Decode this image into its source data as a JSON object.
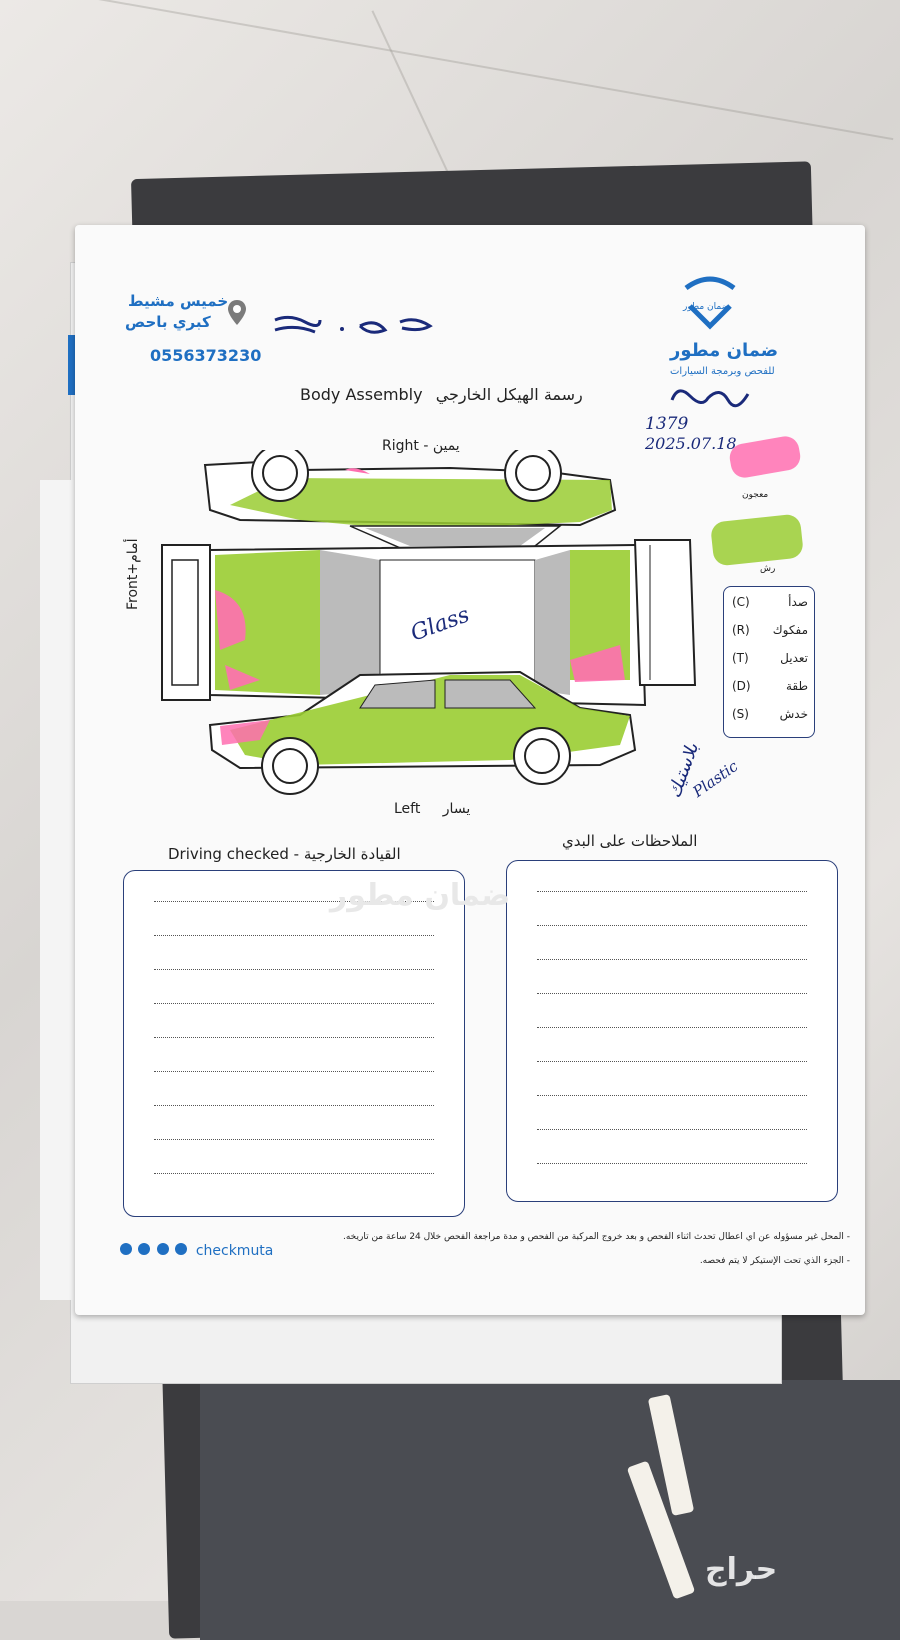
{
  "company": {
    "name": "ضمان مطور",
    "tagline": "للفحص وبرمجة السيارات",
    "logo_small": "ضمان مطور",
    "city": "خميس مشيط",
    "location": "كبري باحص",
    "phone": "0556373230"
  },
  "form": {
    "title": "رسمة الهيكل الخارجي",
    "title_en": "Body Assembly",
    "right_label": "Right - يمين",
    "left_label": "Left",
    "left_ar": "يسار",
    "front_label": "Front+أمام",
    "remarks_title": "الملاحظات على البدي",
    "driving_title": "Driving checked - القيادة الخارجية",
    "watermark": "ضمان مطور"
  },
  "handwriting": {
    "number": "1379",
    "date": "2025.07.18",
    "glass": "Glass",
    "plastic_ar": "بلاستيك",
    "plastic_en": "Plastic",
    "marker_pink": "معجون",
    "marker_green": "رش"
  },
  "legend": [
    {
      "ar": "صدأ",
      "code": "(C)"
    },
    {
      "ar": "مفكوك",
      "code": "(R)"
    },
    {
      "ar": "تعديل",
      "code": "(T)"
    },
    {
      "ar": "طقة",
      "code": "(D)"
    },
    {
      "ar": "خدش",
      "code": "(S)"
    }
  ],
  "footer": {
    "brand": "checkmuta",
    "note1": "- المحل غير مسؤوله عن اي اعطال تحدث اثناء الفحص و بعد خروج المركبة من الفحص و مدة مراجعة الفحص خلال 24 ساعة من تاريخه.",
    "note2": "- الجزء الذي تحت الإستيكر لا يتم فحصه."
  },
  "watermark_site": "حراج",
  "colors": {
    "accent": "#1f6fc2",
    "navy": "#2a3f7a",
    "green_marker": "#9acd32",
    "pink_marker": "#ff6fb0"
  }
}
